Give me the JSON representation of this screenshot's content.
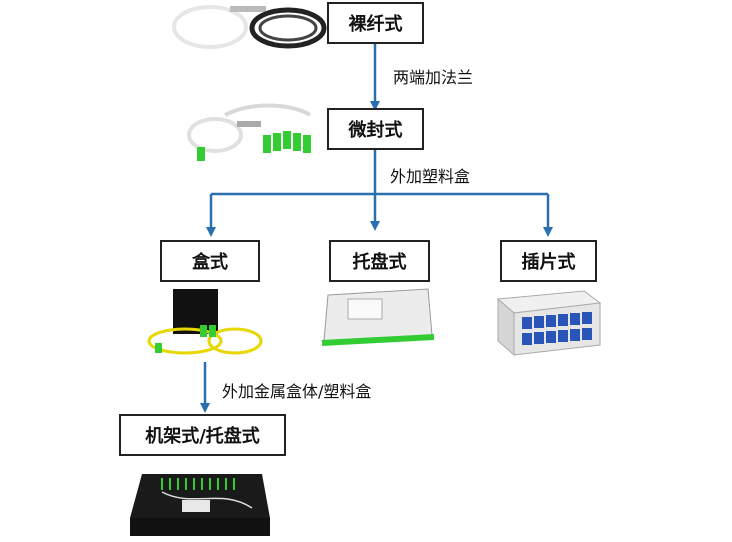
{
  "nodes": {
    "bare": "裸纤式",
    "micro": "微封式",
    "box": "盒式",
    "tray": "托盘式",
    "plugin": "插片式",
    "rack": "机架式/托盘式"
  },
  "edges": {
    "flange": "两端加法兰",
    "plastic_box": "外加塑料盒",
    "metal_box": "外加金属盒体/塑料盒"
  },
  "colors": {
    "arrow": "#2a6fb0",
    "node_border": "#222222",
    "fiber_green": "#33cc33",
    "fiber_yellow": "#e6d800"
  }
}
